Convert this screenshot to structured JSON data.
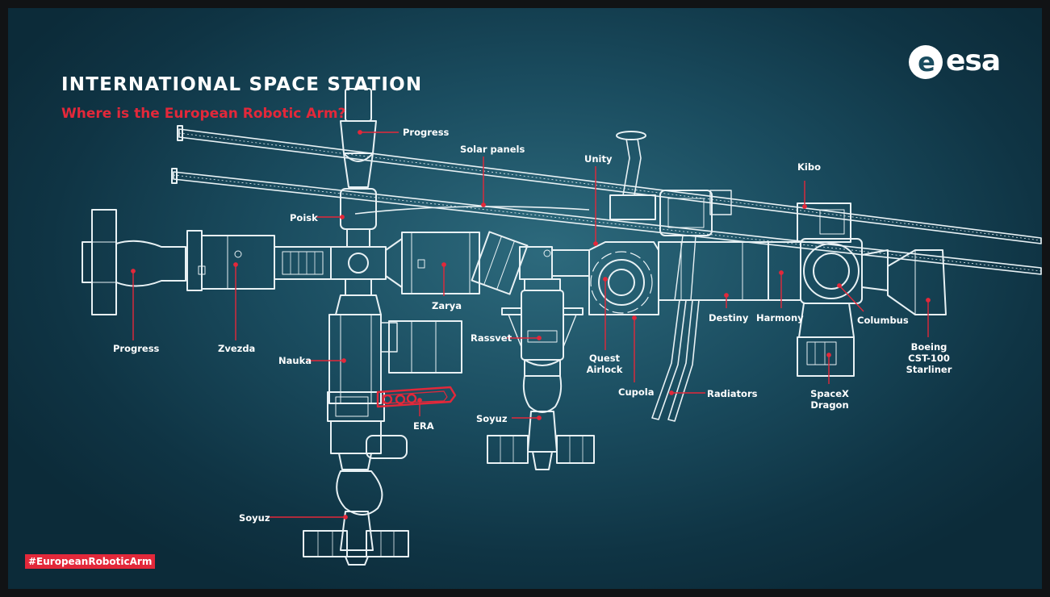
{
  "header": {
    "title": "INTERNATIONAL SPACE STATION",
    "subtitle": "Where is the European Robotic Arm?"
  },
  "logo": {
    "text": "esa",
    "mark": "e"
  },
  "hashtag": "#EuropeanRoboticArm",
  "labels": {
    "progress_top": "Progress",
    "solar_panels": "Solar panels",
    "unity": "Unity",
    "kibo": "Kibo",
    "poisk": "Poisk",
    "zarya": "Zarya",
    "progress_left": "Progress",
    "zvezda": "Zvezda",
    "nauka": "Nauka",
    "rassvet": "Rassvet",
    "quest_airlock": [
      "Quest",
      "Airlock"
    ],
    "destiny": "Destiny",
    "harmony": "Harmony",
    "columbus": "Columbus",
    "boeing": [
      "Boeing",
      "CST-100",
      "Starliner"
    ],
    "cupola": "Cupola",
    "radiators": "Radiators",
    "spacex_dragon": [
      "SpaceX",
      "Dragon"
    ],
    "era": "ERA",
    "soyuz_mid": "Soyuz",
    "soyuz_bottom": "Soyuz"
  },
  "colors": {
    "accent_red": "#e3283a",
    "outline": "#e8f1f4",
    "background": "#1a4c5f"
  }
}
